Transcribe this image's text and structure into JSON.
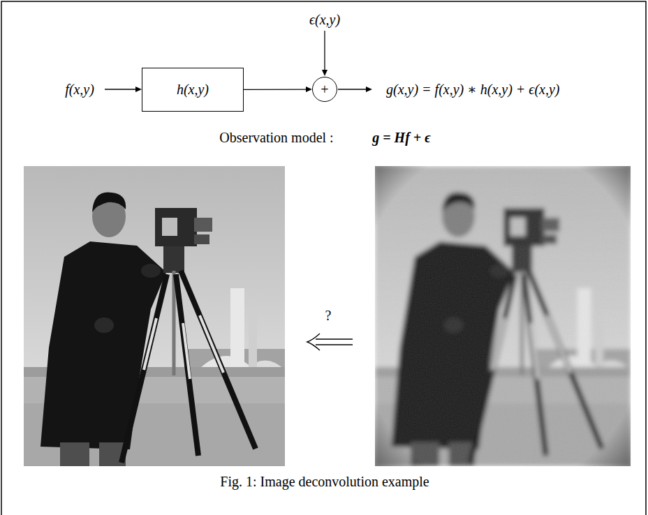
{
  "diagram": {
    "caption": "Fig. 1: Image deconvolution example",
    "nodes": [
      {
        "text": [
          "h(x,y)"
        ]
      },
      {
        "text": [
          "+"
        ]
      }
    ],
    "edges": [
      {
        "from": 0,
        "to": 1,
        "arrow": "to"
      }
    ],
    "labels": [
      "ϵ(x,y)",
      "f(x,y)",
      "g(x,y) = f(x,y) ∗ h(x,y) + ϵ(x,y)",
      "Observation model :",
      "g = Hf + ϵ",
      "?"
    ]
  }
}
